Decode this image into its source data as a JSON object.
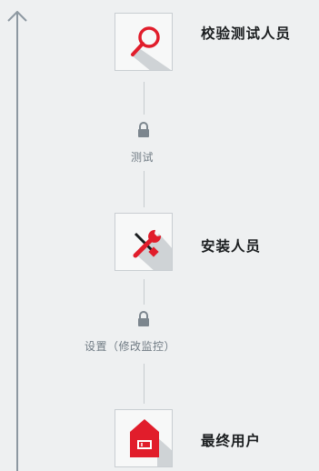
{
  "roles": [
    {
      "label": "校验测试人员",
      "icon": "search-icon"
    },
    {
      "label": "安装人员",
      "icon": "tools-icon"
    },
    {
      "label": "最终用户",
      "icon": "house-icon"
    }
  ],
  "permissions": [
    {
      "label": "测试",
      "icon": "lock-icon"
    },
    {
      "label": "设置（修改监控）",
      "icon": "lock-icon"
    }
  ],
  "colors": {
    "accent": "#e11d2b",
    "background": "#eef0f1",
    "card_border": "#c9ced2",
    "axis": "#8d98a1"
  }
}
